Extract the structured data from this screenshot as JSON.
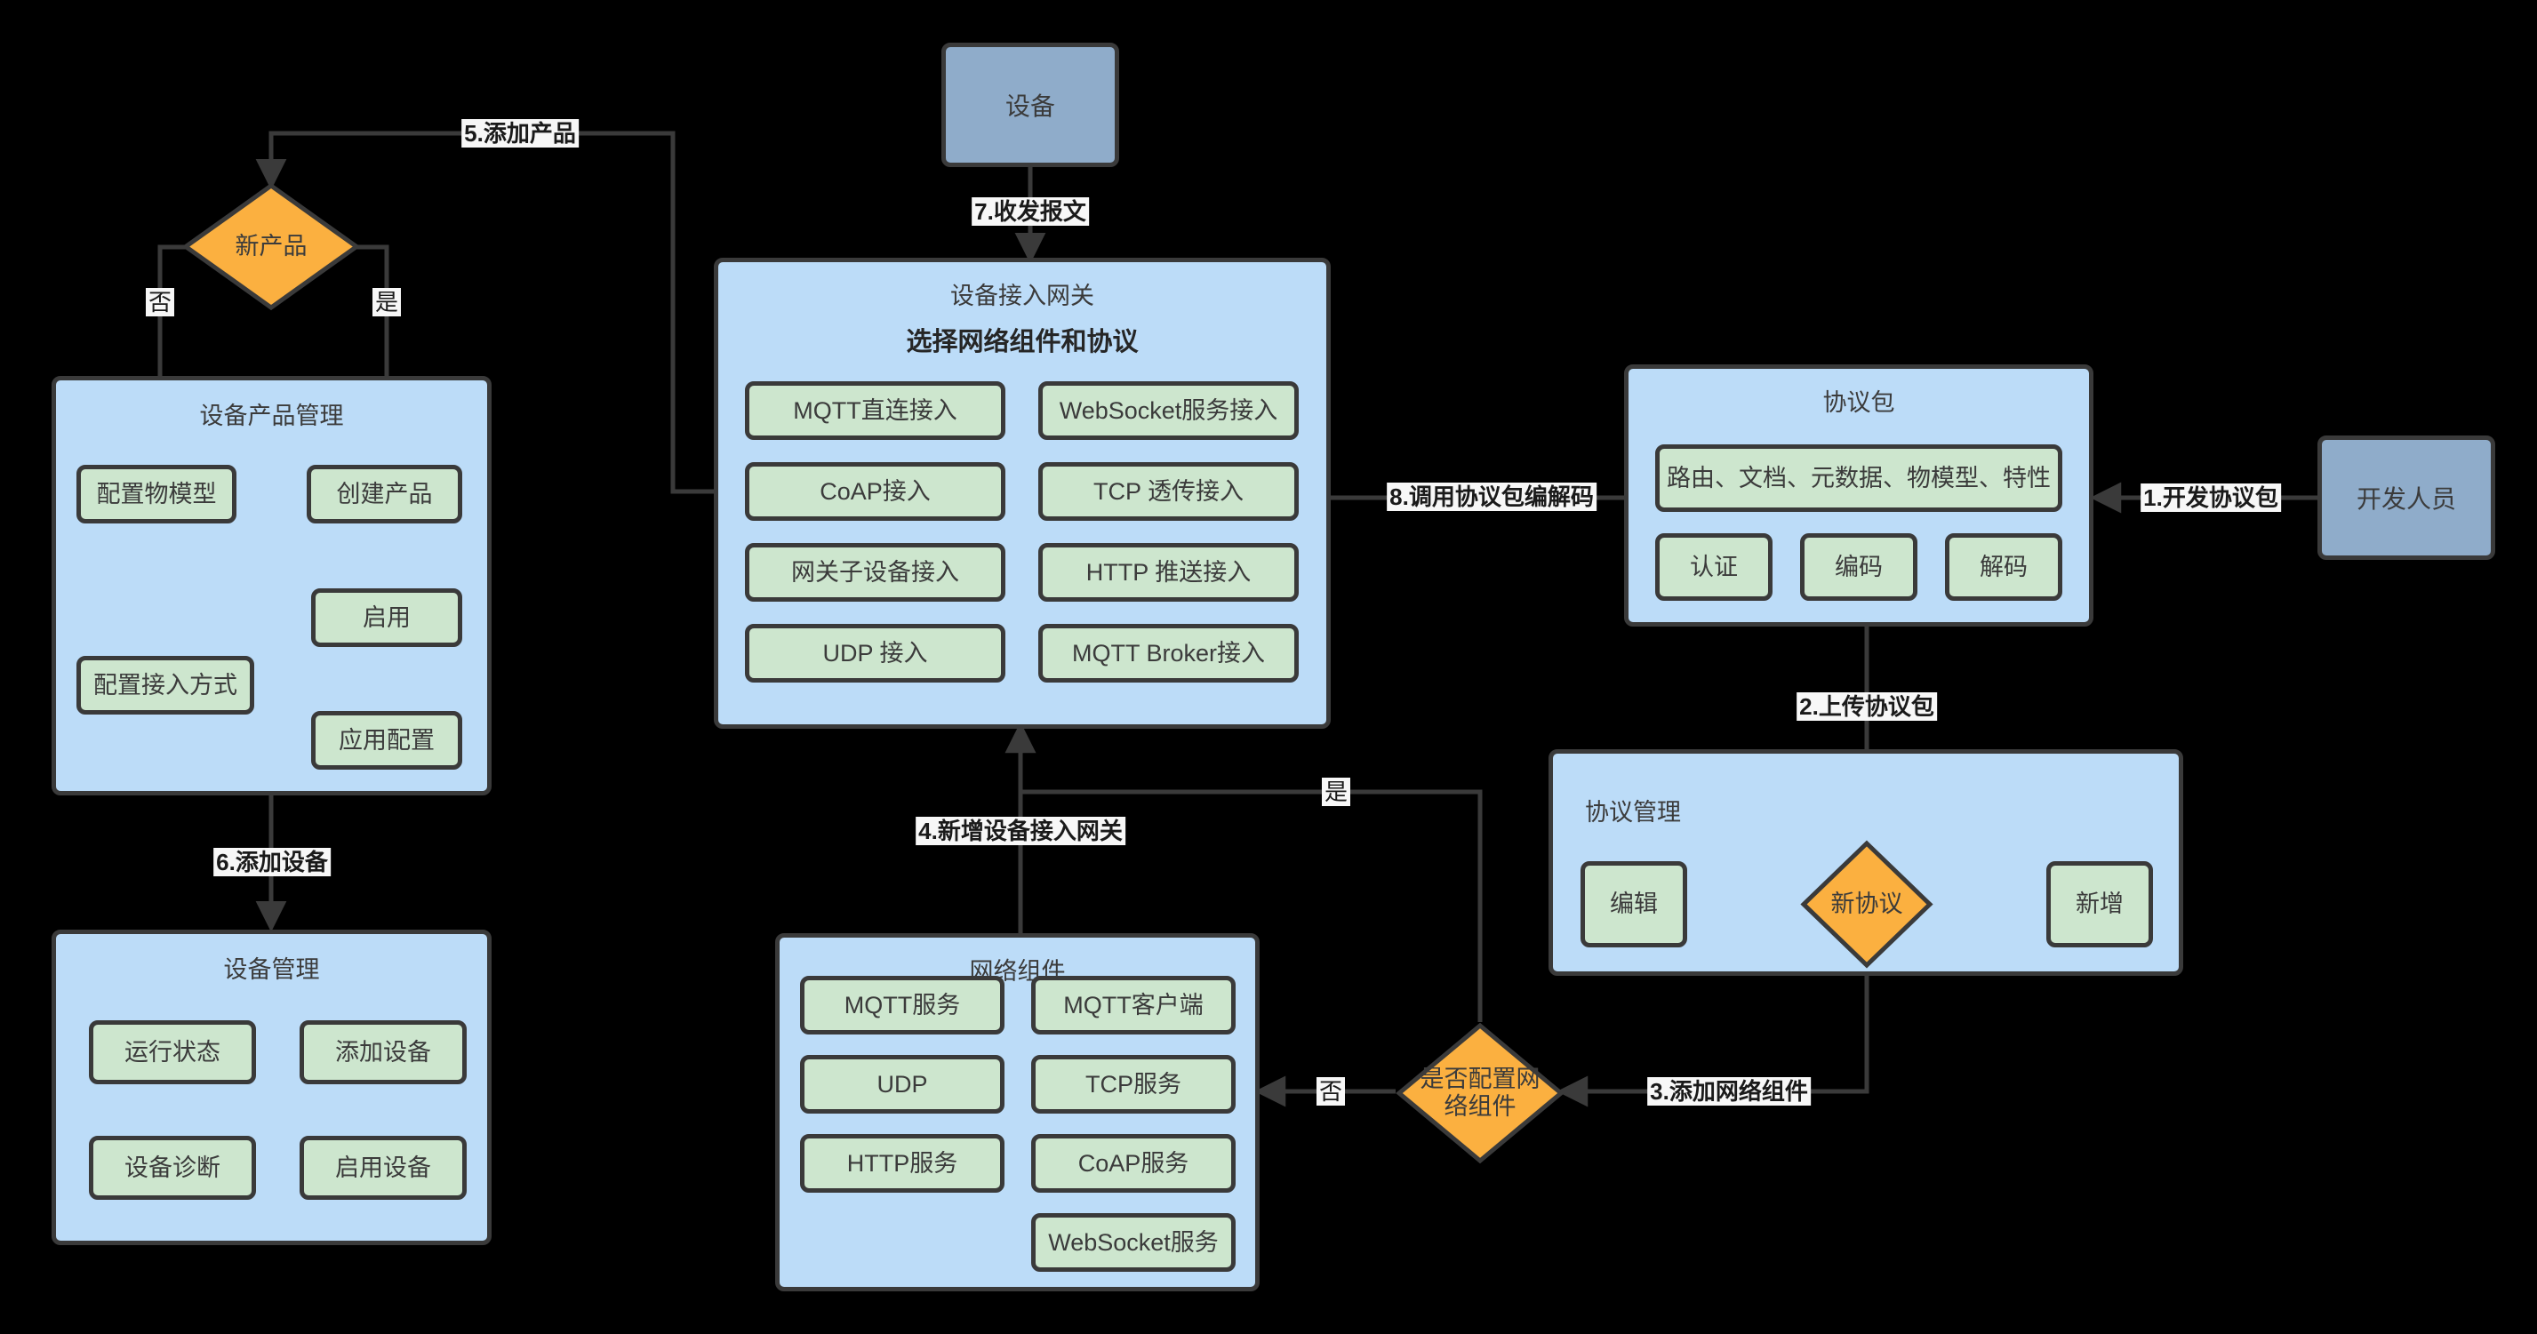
{
  "diagram": {
    "title": "IoT device access flow",
    "colors": {
      "background": "#000000",
      "group_fill": "#bcdcf8",
      "node_fill": "#cde6ce",
      "actor_fill": "#8facca",
      "decision_fill": "#fbb040",
      "stroke": "#3a3a3a",
      "label_bg": "#f7f7f7"
    }
  },
  "actors": {
    "device": "设备",
    "developer": "开发人员"
  },
  "decisions": {
    "new_product": "新产品",
    "new_protocol": "新协议",
    "configure_network_component": "是否配置网\n络组件"
  },
  "branch_labels": {
    "yes": "是",
    "no": "否"
  },
  "groups": {
    "device_product_management": {
      "title": "设备产品管理",
      "nodes": [
        "配置物模型",
        "创建产品",
        "启用",
        "应用配置"
      ]
    },
    "device_management": {
      "title": "设备管理",
      "nodes": [
        "运行状态",
        "添加设备",
        "设备诊断",
        "启用设备"
      ]
    },
    "device_access_gateway": {
      "title": "设备接入网关",
      "subtitle": "选择网络组件和协议",
      "nodes_left": [
        "MQTT直连接入",
        "CoAP接入",
        "网关子设备接入",
        "UDP 接入"
      ],
      "nodes_right": [
        "WebSocket服务接入",
        "TCP 透传接入",
        "HTTP 推送接入",
        "MQTT Broker接入"
      ]
    },
    "network_components": {
      "title": "网络组件",
      "nodes_left": [
        "MQTT服务",
        "UDP",
        "HTTP服务"
      ],
      "nodes_right": [
        "MQTT客户端",
        "TCP服务",
        "CoAP服务",
        "WebSocket服务"
      ]
    },
    "protocol_package": {
      "title": "协议包",
      "wide_node": "路由、文档、元数据、物模型、特性",
      "nodes": [
        "认证",
        "编码",
        "解码"
      ]
    },
    "protocol_management": {
      "title": "协议管理",
      "nodes": [
        "编辑",
        "新增"
      ]
    }
  },
  "edges": [
    {
      "id": 1,
      "label": "1.开发协议包"
    },
    {
      "id": 2,
      "label": "2.上传协议包"
    },
    {
      "id": 3,
      "label": "3.添加网络组件"
    },
    {
      "id": 4,
      "label": "4.新增设备接入网关"
    },
    {
      "id": 5,
      "label": "5.添加产品"
    },
    {
      "id": 6,
      "label": "6.添加设备"
    },
    {
      "id": 7,
      "label": "7.收发报文"
    },
    {
      "id": 8,
      "label": "8.调用协议包编解码"
    }
  ]
}
